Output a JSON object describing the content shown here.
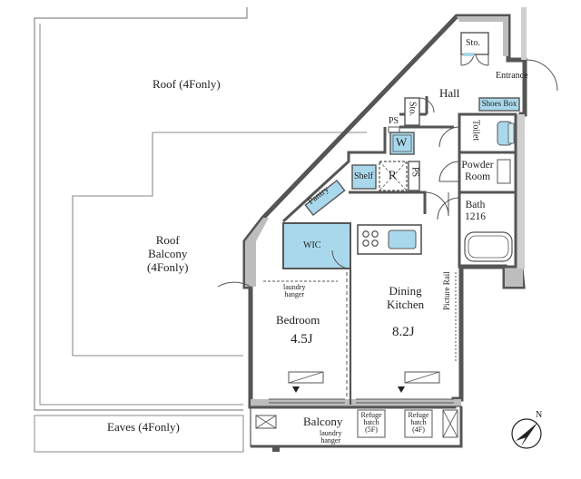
{
  "labels": {
    "roof": "Roof (4Fonly)",
    "roof_balcony": [
      "Roof",
      "Balcony",
      "(4Fonly)"
    ],
    "eaves": "Eaves (4Fonly)",
    "hall": "Hall",
    "entrance": "Entrance",
    "sto": "Sto.",
    "shoes_box": "Shoes Box",
    "ps": "PS",
    "toilet": "Toilet",
    "powder_room": [
      "Powder",
      "Room"
    ],
    "bath": [
      "Bath",
      "1216"
    ],
    "w": "W",
    "r": "R",
    "shelf": "Shelf",
    "pantry": "Pantry",
    "wic": "WIC",
    "laundry_hanger": [
      "laundry",
      "hanger"
    ],
    "bedroom": "Bedroom",
    "bedroom_size": "4.5J",
    "dining_kitchen": [
      "Dining",
      "Kitchen"
    ],
    "dining_kitchen_size": "8.2J",
    "picture_rail": "Picture Rail",
    "balcony": "Balcony",
    "refuge_hatch_5f": [
      "Refuge",
      "hatch",
      "(5F)"
    ],
    "refuge_hatch_4f": [
      "Refuge",
      "hatch",
      "(4F)"
    ],
    "north": "N"
  },
  "colors": {
    "fixture_blue": "#a9d8ec",
    "wall_gray": "#555555",
    "wall_fill": "#bdbdbd",
    "roof_line": "#8a8a8a"
  }
}
